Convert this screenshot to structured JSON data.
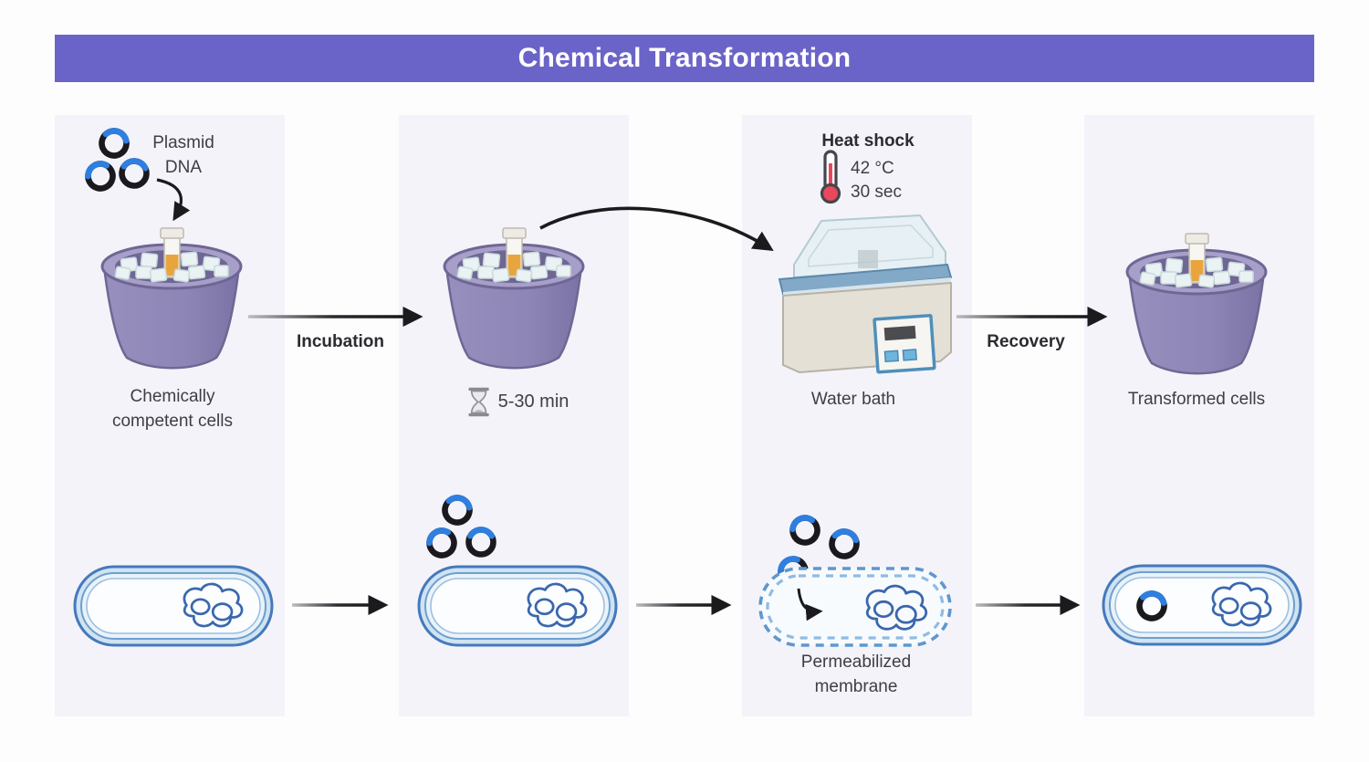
{
  "title": "Chemical Transformation",
  "labels": {
    "plasmid_line1": "Plasmid",
    "plasmid_line2": "DNA",
    "competent_line1": "Chemically",
    "competent_line2": "competent cells",
    "incubation": "Incubation",
    "time": "5-30 min",
    "heat_shock": "Heat shock",
    "temperature": "42 °C",
    "duration": "30 sec",
    "water_bath": "Water bath",
    "recovery": "Recovery",
    "transformed": "Transformed cells",
    "permeabilized_line1": "Permeabilized",
    "permeabilized_line2": "membrane"
  },
  "icons": {
    "plasmid": "plasmid-dna-icon",
    "ice_bucket": "ice-bucket-icon",
    "hourglass": "hourglass-icon",
    "thermometer": "thermometer-icon",
    "water_bath": "water-bath-icon",
    "bacterium": "bacterium-icon",
    "permeabilized_bacterium": "permeabilized-membrane-bacterium-icon",
    "arrow": "flow-arrow-icon"
  },
  "palette": {
    "banner_bg": "#6b64c8",
    "banner_text": "#ffffff",
    "panel_bg": "#f4f3fa",
    "label_text": "#3e3e46",
    "arrow_black": "#1b1b1e",
    "plasmid_ring": "#1a1a1e",
    "plasmid_insert_blue": "#2e7fe0",
    "bucket_purple": "#8d85b5",
    "bacterium_blue": "#4579bb",
    "dna_blue": "#3a67ad",
    "thermometer_red": "#e8485a",
    "hourglass_gray": "#8a8a92",
    "waterbath_beige": "#e4e0d6",
    "waterbath_rim_blue": "#82aac8"
  }
}
